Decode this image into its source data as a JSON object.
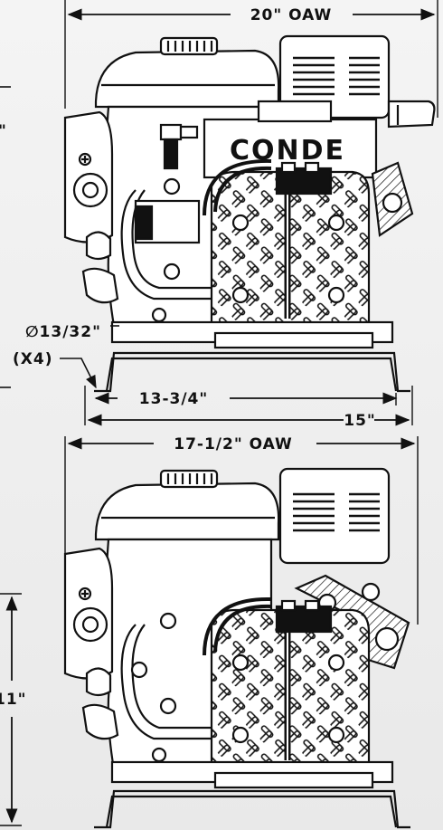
{
  "dimensions": {
    "top_width": "20\" OAW",
    "hole_size": "∅13/32\"",
    "hole_count": "(X4)",
    "mount_width": "13-3/4\"",
    "base_width": "15\"",
    "bottom_width": "17-1/2\" OAW",
    "top_cropped_height": "\"",
    "height": "11\""
  },
  "brand": "CONDE"
}
